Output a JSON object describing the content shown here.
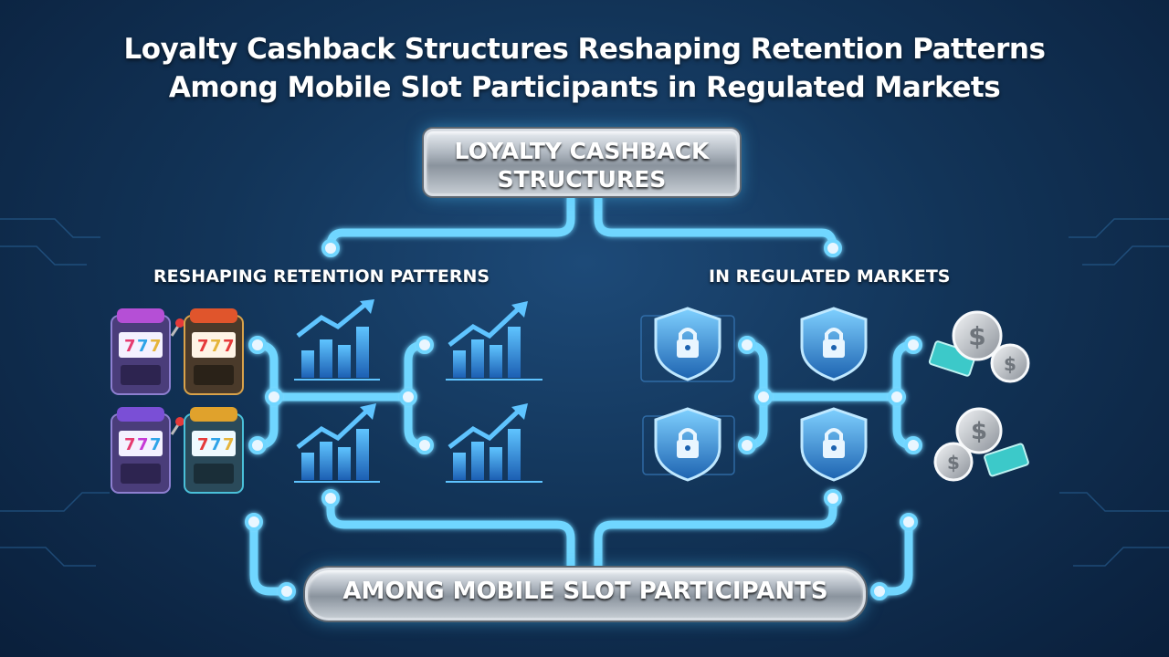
{
  "title": {
    "line1": "Loyalty Cashback Structures Reshaping Retention Patterns",
    "line2": "Among Mobile Slot Participants in Regulated Markets"
  },
  "top_node": {
    "line1": "LOYALTY CASHBACK",
    "line2": "STRUCTURES"
  },
  "left_section": {
    "label": "RESHAPING RETENTION PATTERNS"
  },
  "right_section": {
    "label": "IN REGULATED MARKETS"
  },
  "bottom_node": {
    "label": "AMONG MOBILE SLOT PARTICIPANTS"
  },
  "colors": {
    "background": "#123458",
    "connector": "#6fd6ff",
    "chart_blue": "#2f8fe0",
    "shield_blue": "#49a6e6",
    "coin_silver": "#c9ced4",
    "cash_teal": "#3cc9c9"
  },
  "icons": {
    "slot_machines": [
      "slot-machine-icon",
      "slot-machine-icon",
      "slot-machine-icon",
      "slot-machine-icon"
    ],
    "growth_charts": [
      "growth-chart-icon",
      "growth-chart-icon",
      "growth-chart-icon",
      "growth-chart-icon"
    ],
    "shields": [
      "shield-lock-icon",
      "shield-lock-icon",
      "shield-lock-icon",
      "shield-lock-icon"
    ],
    "coins": [
      "dollar-coins-icon",
      "dollar-coins-icon"
    ]
  }
}
